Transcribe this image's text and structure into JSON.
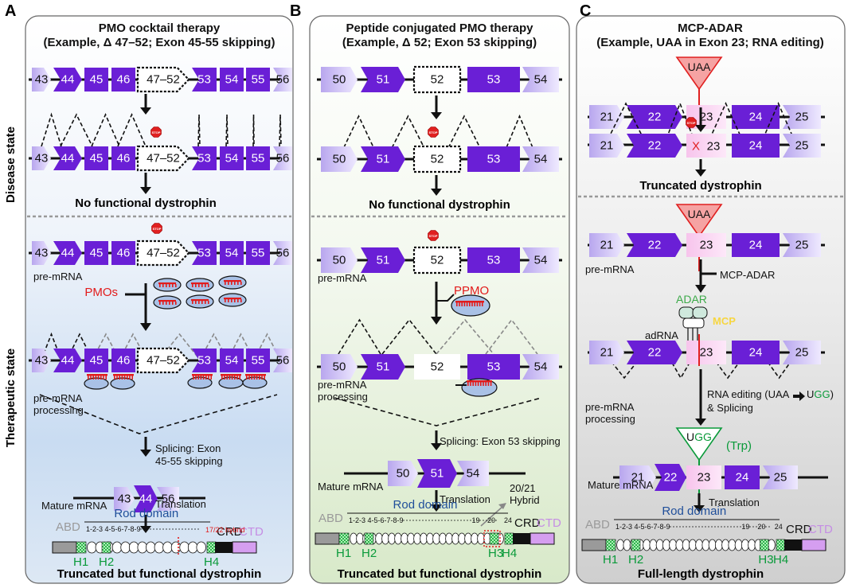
{
  "panel_letters": [
    "A",
    "B",
    "C"
  ],
  "side_labels": {
    "disease": "Disease state",
    "therapeutic": "Therapeutic state"
  },
  "panel_a": {
    "title1": "PMO cocktail therapy",
    "title2": "(Example, Δ 47–52; Exon 45-55 skipping)",
    "deleted": "47–52",
    "exons": [
      "43",
      "44",
      "45",
      "46",
      "53",
      "54",
      "55",
      "56"
    ],
    "no_func": "No functional dystrophin",
    "pre_mrna": "pre-mRNA",
    "drug": "PMOs",
    "processing1": "pre-mRNA",
    "processing2": "processing",
    "splicing1": "Splicing: Exon",
    "splicing2": "45-55 skipping",
    "mature": "Mature mRNA",
    "mature_exons": [
      "43",
      "44",
      "56"
    ],
    "translation": "Translation",
    "hybrid": "17/22  hybrid",
    "repeats": "1-2-3      4-5-6-7-8-9",
    "result": "Truncated but functional dystrophin"
  },
  "panel_b": {
    "title1": "Peptide conjugated PMO therapy",
    "title2": "(Example, Δ 52; Exon 53 skipping)",
    "exons": [
      "50",
      "51",
      "52",
      "53",
      "54"
    ],
    "no_func": "No functional dystrophin",
    "pre_mrna": "pre-mRNA",
    "drug": "PPMO",
    "processing1": "pre-mRNA",
    "processing2": "processing",
    "splicing": "Splicing: Exon 53 skipping",
    "mature": "Mature mRNA",
    "mature_exons": [
      "50",
      "51",
      "54"
    ],
    "translation": "Translation",
    "hybrid1": "20/21",
    "hybrid2": "Hybrid",
    "repeats": "1-2-3      4-5-6-7-8-9",
    "r19": "19",
    "r20": "20",
    "r24": "24",
    "result": "Truncated but functional dystrophin"
  },
  "panel_c": {
    "title1": "MCP-ADAR",
    "title2": "(Example, UAA in Exon 23; RNA editing)",
    "exons": [
      "21",
      "22",
      "23",
      "24",
      "25"
    ],
    "codon": "UAA",
    "x_mark": "X",
    "truncated": "Truncated dystrophin",
    "pre_mrna": "pre-mRNA",
    "drug": "MCP-ADAR",
    "adar": "ADAR",
    "mcp": "MCP",
    "adrna": "adRNA",
    "processing1": "pre-mRNA",
    "processing2": "processing",
    "editing1": "RNA editing (UAA",
    "editing_u": "U",
    "editing_gg": "GG",
    "editing_end": ")",
    "editing2": "& Splicing",
    "ugg_u": "U",
    "ugg_gg": "GG",
    "trp": "(Trp)",
    "mature": "Mature mRNA",
    "translation": "Translation",
    "repeats": "1-2-3      4-5-6-7-8-9",
    "r19": "19",
    "r20": "20",
    "r24": "24",
    "result": "Full-length dystrophin"
  },
  "protein": {
    "abd": "ABD",
    "rod": "Rod domain",
    "crd": "CRD",
    "ctd": "CTD",
    "h1": "H1",
    "h2": "H2",
    "h3": "H3",
    "h4": "H4"
  },
  "stop": "STOP"
}
